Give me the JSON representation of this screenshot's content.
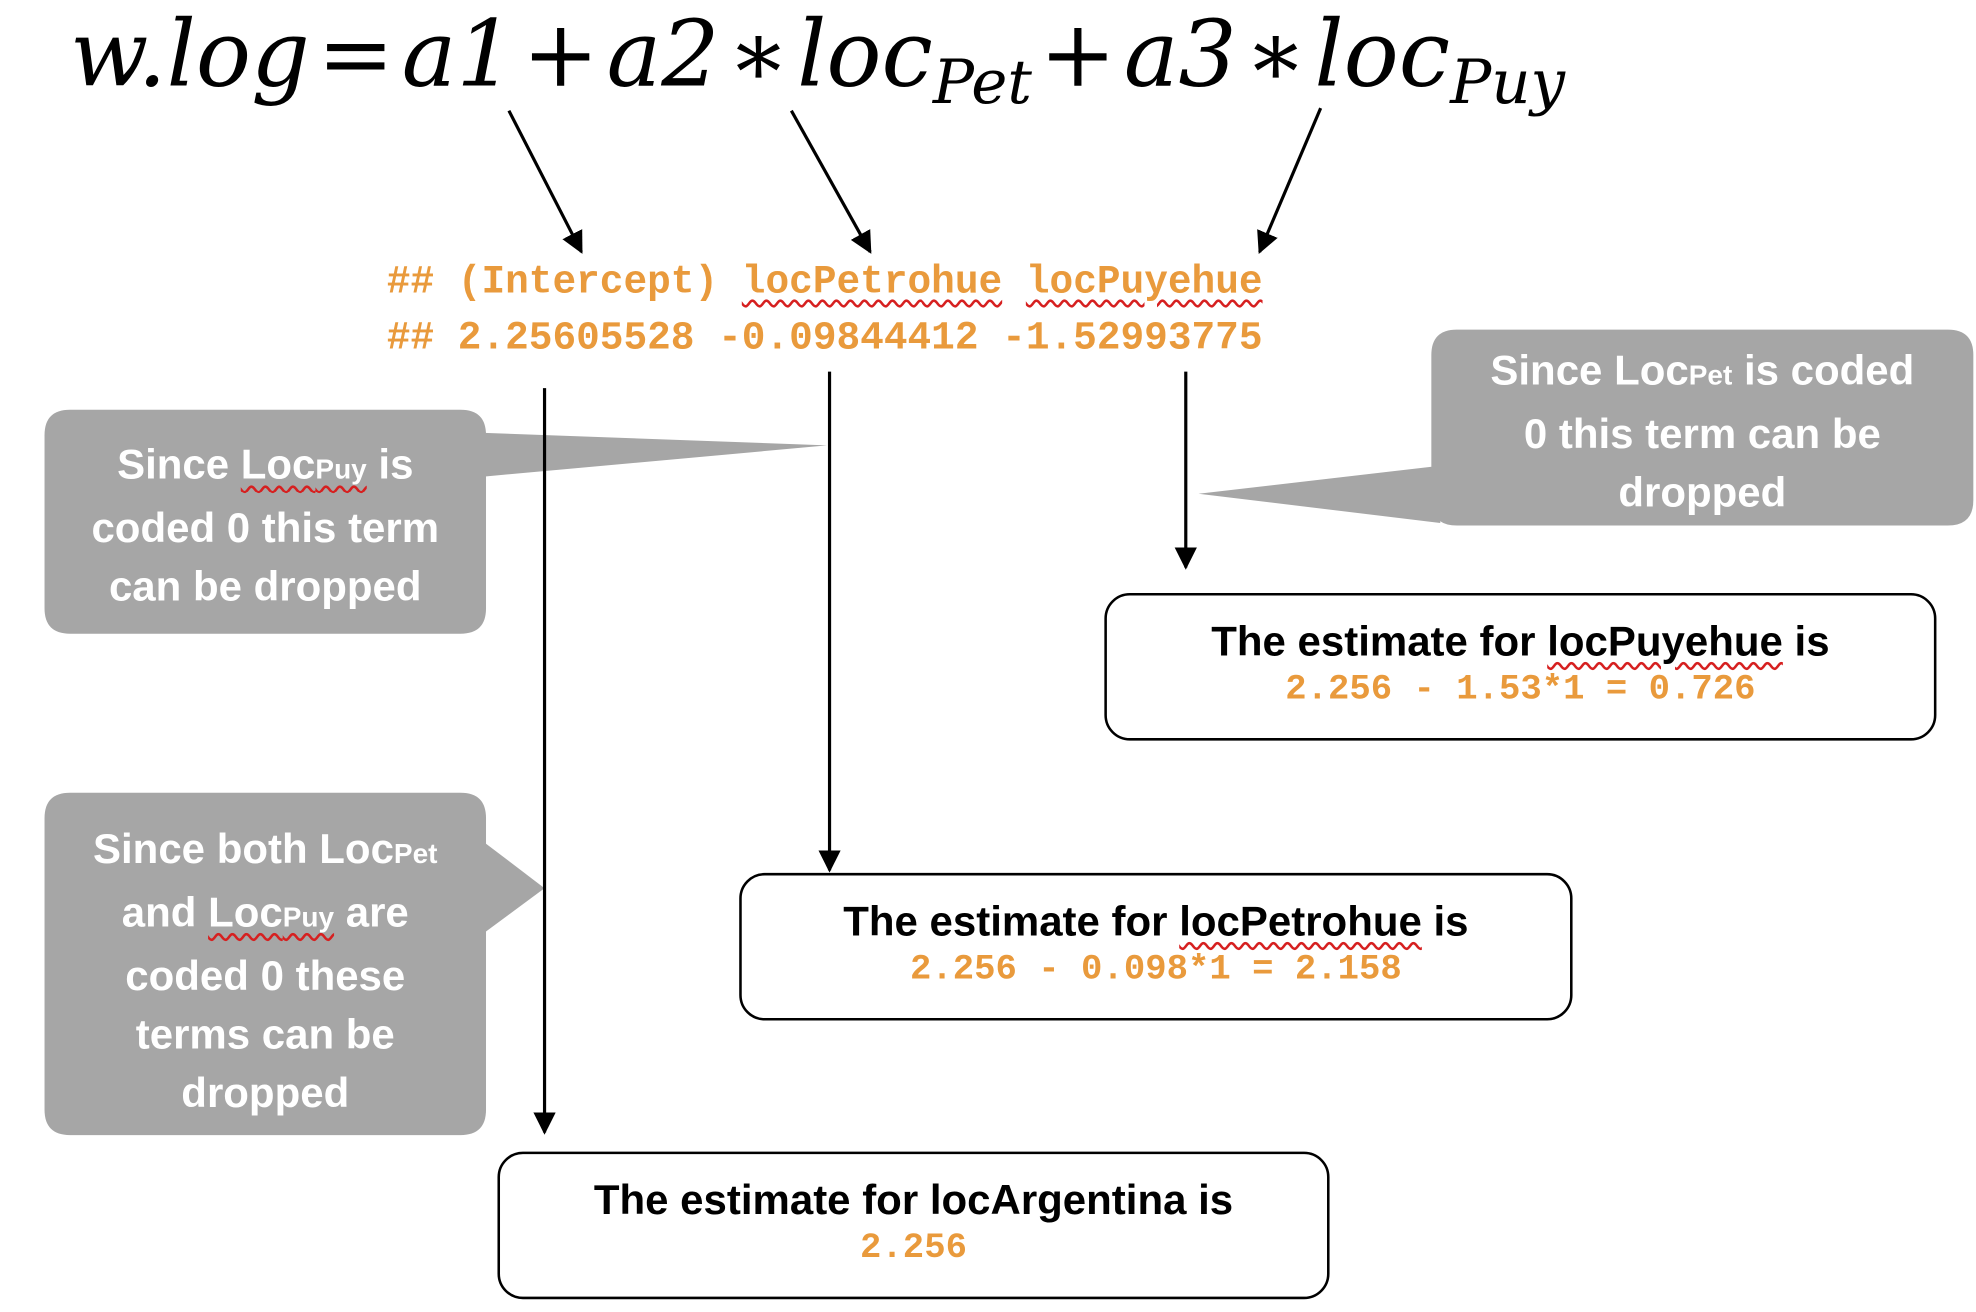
{
  "equation": {
    "lhs": "w.log",
    "eq": "=",
    "a1": "a1",
    "plus": "+",
    "a2": "a2",
    "times": "∗",
    "loc": "loc",
    "sub_pet": "Pet",
    "a3": "a3",
    "sub_puy": "Puy"
  },
  "code": {
    "row1_prefix": "## (Intercept) ",
    "row1_pet": "locPetrohue",
    "row1_space": " ",
    "row1_puy": "locPuyehue",
    "row2": "## 2.25605528 -0.09844412 -1.52993775"
  },
  "callouts": {
    "puy": {
      "since": "Since ",
      "loc": "Loc",
      "sub": "Puy",
      "is": " is",
      "line2": "coded 0 this term",
      "line3": "can be dropped"
    },
    "pet": {
      "since": "Since ",
      "loc": "Loc",
      "sub": "Pet",
      "is": " is coded",
      "line2": "0 this term can be",
      "line3": "dropped"
    },
    "both": {
      "line1": "Since both ",
      "loc1": "Loc",
      "sub1": "Pet",
      "and": "and ",
      "loc2": "Loc",
      "sub2": "Puy",
      "are": " are",
      "line3": "coded 0 these",
      "line4": "terms can be",
      "line5": "dropped"
    }
  },
  "boxes": {
    "puyehue": {
      "title_prefix": "The estimate for ",
      "term": "locPuyehue",
      "title_suffix": " is",
      "calc": "2.256 - 1.53*1 = 0.726"
    },
    "petrohue": {
      "title_prefix": "The estimate for ",
      "term": "locPetrohue",
      "title_suffix": " is",
      "calc": "2.256 - 0.098*1 = 2.158"
    },
    "argentina": {
      "title": "The estimate for locArgentina is",
      "calc": "2.256"
    }
  },
  "colors": {
    "code_orange": "#e99a3c",
    "callout_gray": "#a6a6a6",
    "spellcheck_red": "#d62020",
    "text_black": "#000000"
  }
}
